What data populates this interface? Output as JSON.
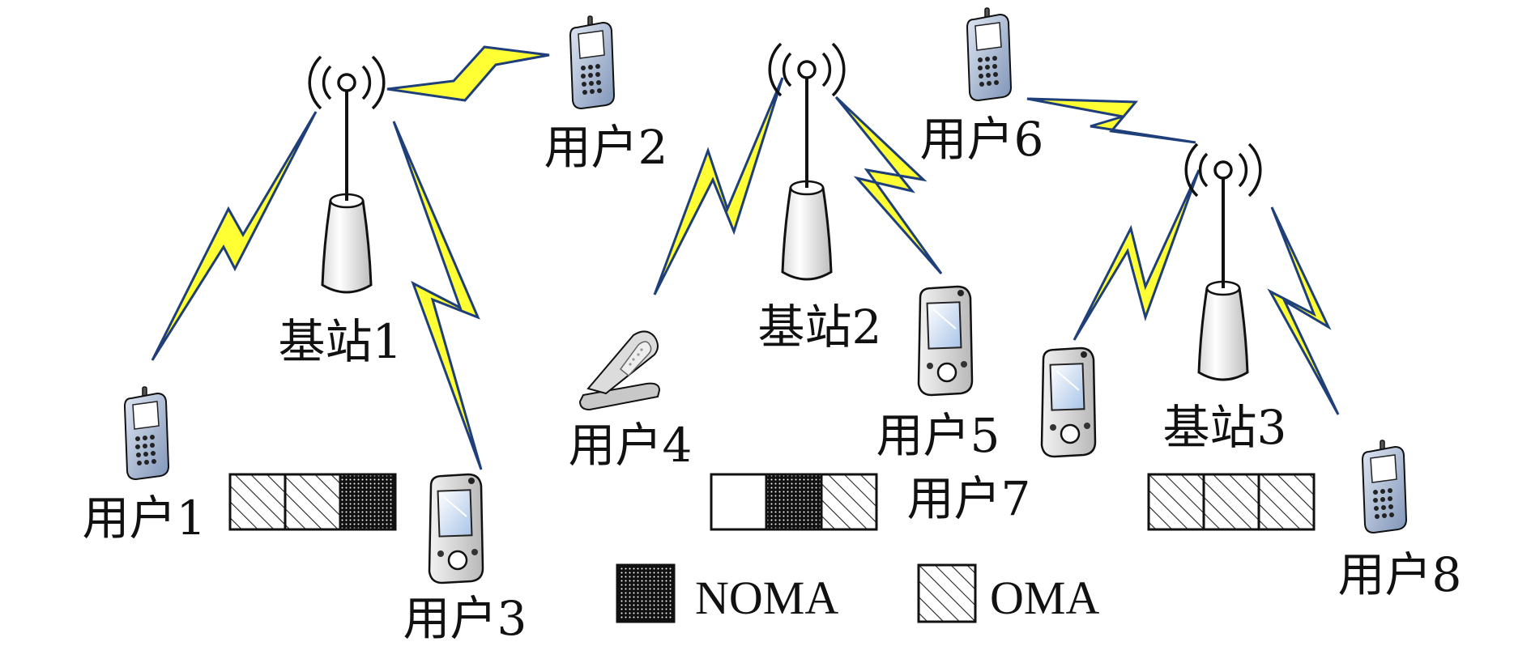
{
  "base_stations": [
    {
      "label": "基站1"
    },
    {
      "label": "基站2"
    },
    {
      "label": "基站3"
    }
  ],
  "users": [
    {
      "label": "用户1",
      "device": "bar-phone-icon"
    },
    {
      "label": "用户2",
      "device": "bar-phone-icon"
    },
    {
      "label": "用户3",
      "device": "pda-phone-icon"
    },
    {
      "label": "用户4",
      "device": "flip-phone-icon"
    },
    {
      "label": "用户5",
      "device": "pda-phone-icon"
    },
    {
      "label": "用户6",
      "device": "bar-phone-icon"
    },
    {
      "label": "用户7",
      "device": "pda-phone-icon"
    },
    {
      "label": "用户8",
      "device": "bar-phone-icon"
    }
  ],
  "resource_blocks": [
    {
      "base_station": "基站1",
      "slots": [
        "OMA",
        "OMA",
        "NOMA"
      ]
    },
    {
      "base_station": "基站2",
      "slots": [
        "empty",
        "NOMA",
        "OMA"
      ]
    },
    {
      "base_station": "基站3",
      "slots": [
        "OMA",
        "OMA",
        "OMA"
      ]
    }
  ],
  "legend": {
    "noma_label": "NOMA",
    "oma_label": "OMA"
  },
  "colors": {
    "link_outline": "#1f3f7a",
    "link_fill": "#ffff33",
    "stroke": "#111111"
  }
}
